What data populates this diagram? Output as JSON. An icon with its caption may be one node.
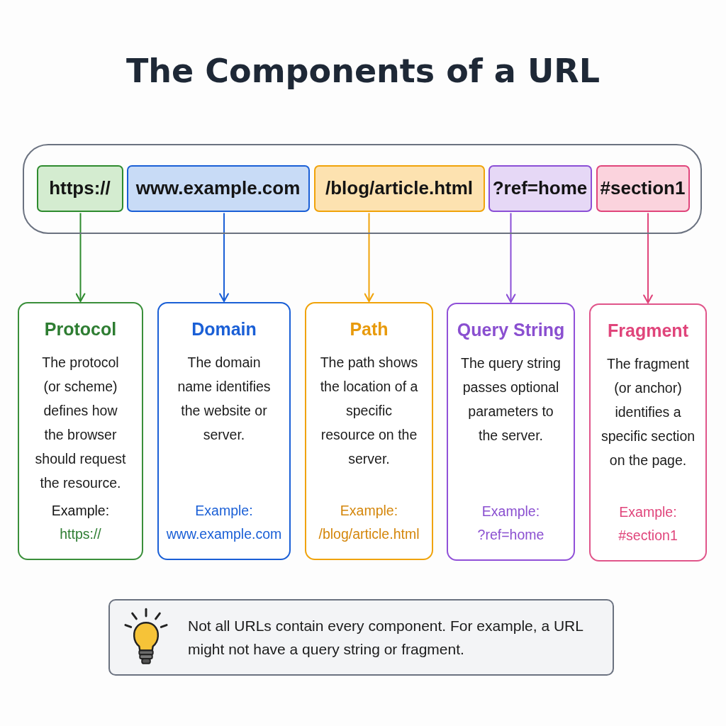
{
  "diagram": {
    "title": "The Components of a URL",
    "nodes": [
      {
        "text": [],
        "shape": "box"
      },
      {
        "text": [
          "https://"
        ],
        "in": 0
      },
      {
        "text": [
          "www.example.com"
        ],
        "in": 0
      },
      {
        "text": [
          "/blog/article.html"
        ],
        "in": 0
      },
      {
        "text": [
          "?ref=home"
        ],
        "in": 0
      },
      {
        "text": [
          "#section1"
        ],
        "in": 0
      },
      {
        "text": [
          "Protocol",
          "The protocol (or scheme) defines how the browser should request the resource.",
          "Example:",
          "https://"
        ]
      },
      {
        "text": [
          "Domain",
          "The domain name identifies the website or server.",
          "Example:",
          "www.example.com"
        ]
      },
      {
        "text": [
          "Path",
          "The path shows the location of a specific resource on the server.",
          "Example:",
          "/blog/article.html"
        ]
      },
      {
        "text": [
          "Query String",
          "The query string passes optional parameters to the server.",
          "Example:",
          "?ref=home"
        ]
      },
      {
        "text": [
          "Fragment",
          "The fragment (or anchor) identifies a specific section on the page.",
          "Example:",
          "#section1"
        ]
      },
      {
        "text": [
          "Not all URLs contain every component. For example, a URL might not have a query string or fragment."
        ]
      }
    ],
    "edges": [
      {
        "from": 1,
        "to": 6,
        "arrow": "to",
        "color": "#2e8b2e"
      },
      {
        "from": 2,
        "to": 7,
        "arrow": "to",
        "color": "#1a5fd6"
      },
      {
        "from": 3,
        "to": 8,
        "arrow": "to",
        "color": "#f0a30a"
      },
      {
        "from": 4,
        "to": 9,
        "arrow": "to",
        "color": "#8b4fd6"
      },
      {
        "from": 5,
        "to": 10,
        "arrow": "to",
        "color": "#e0457b"
      }
    ]
  }
}
